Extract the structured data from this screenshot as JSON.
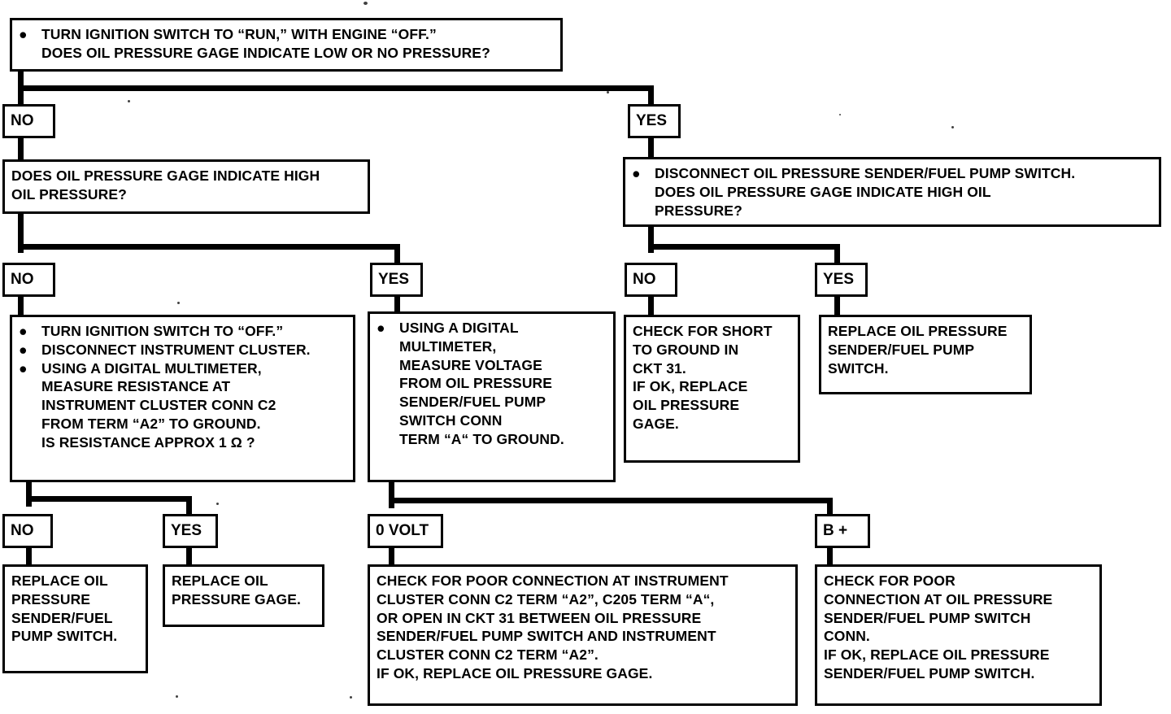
{
  "diagram": {
    "title": "Oil Pressure Gage Diagnostic Flowchart",
    "type": "troubleshooting-flowchart",
    "ink_color": "#000000",
    "background_color": "#ffffff"
  },
  "nodes": {
    "step1": {
      "name": "initial-check",
      "bulleted": true,
      "lines": [
        "TURN IGNITION SWITCH TO “RUN,” WITH ENGINE “OFF.”",
        "DOES OIL PRESSURE GAGE INDICATE LOW OR NO PRESSURE?"
      ]
    },
    "step2_no": {
      "name": "high-pressure-question",
      "bulleted": false,
      "lines": [
        "DOES OIL PRESSURE GAGE INDICATE HIGH",
        "OIL PRESSURE?"
      ]
    },
    "step2_yes": {
      "name": "disconnect-sender-question",
      "bulleted": true,
      "lines": [
        "DISCONNECT OIL PRESSURE SENDER/FUEL PUMP SWITCH.",
        "DOES OIL PRESSURE GAGE INDICATE HIGH OIL",
        "PRESSURE?"
      ]
    },
    "step3_a": {
      "name": "measure-resistance-instructions",
      "bulleted": true,
      "bullets": [
        [
          "TURN IGNITION SWITCH TO “OFF.”"
        ],
        [
          "DISCONNECT INSTRUMENT CLUSTER."
        ],
        [
          "USING A DIGITAL MULTIMETER,",
          "MEASURE RESISTANCE AT",
          "INSTRUMENT CLUSTER CONN C2",
          "FROM TERM “A2” TO GROUND.",
          "IS RESISTANCE APPROX 1 Ω ?"
        ]
      ]
    },
    "step3_b": {
      "name": "measure-voltage-instructions",
      "bulleted": true,
      "bullets": [
        [
          "USING A DIGITAL",
          "MULTIMETER,",
          "MEASURE VOLTAGE",
          "FROM OIL PRESSURE",
          "SENDER/FUEL PUMP",
          "SWITCH CONN",
          "TERM “A“ TO GROUND."
        ]
      ]
    },
    "step3_c": {
      "name": "check-short-to-ground",
      "bulleted": false,
      "lines": [
        "CHECK FOR SHORT",
        "TO GROUND IN",
        "CKT 31.",
        "IF OK, REPLACE",
        "OIL PRESSURE",
        "GAGE."
      ]
    },
    "step3_d": {
      "name": "replace-sender-switch",
      "bulleted": false,
      "lines": [
        "REPLACE OIL PRESSURE",
        "SENDER/FUEL PUMP",
        "SWITCH."
      ]
    },
    "step4_a": {
      "name": "replace-sender-switch-2",
      "bulleted": false,
      "lines": [
        "REPLACE OIL",
        "PRESSURE",
        "SENDER/FUEL",
        "PUMP SWITCH."
      ]
    },
    "step4_b": {
      "name": "replace-gage",
      "bulleted": false,
      "lines": [
        "REPLACE OIL",
        "PRESSURE GAGE."
      ]
    },
    "step4_c": {
      "name": "check-poor-connection-cluster",
      "bulleted": false,
      "lines": [
        "CHECK FOR POOR CONNECTION AT INSTRUMENT",
        "CLUSTER CONN C2 TERM “A2”, C205 TERM “A“,",
        "OR OPEN IN CKT 31 BETWEEN OIL PRESSURE",
        "SENDER/FUEL PUMP SWITCH AND INSTRUMENT",
        "CLUSTER CONN C2 TERM “A2”.",
        "IF OK, REPLACE OIL PRESSURE GAGE."
      ]
    },
    "step4_d": {
      "name": "check-poor-connection-sender",
      "bulleted": false,
      "lines": [
        "CHECK FOR POOR",
        "CONNECTION AT OIL PRESSURE",
        "SENDER/FUEL PUMP SWITCH",
        "CONN.",
        "IF OK, REPLACE OIL PRESSURE",
        "SENDER/FUEL PUMP SWITCH."
      ]
    }
  },
  "labels": {
    "l1_no": "NO",
    "l1_yes": "YES",
    "l2_no": "NO",
    "l2_yes": "YES",
    "l3_no": "NO",
    "l3_yes": "YES",
    "l4_no": "NO",
    "l4_yes": "YES",
    "l5_zero_volt": "0 VOLT",
    "l5_bplus": "B +"
  },
  "bullet_glyph": "●"
}
